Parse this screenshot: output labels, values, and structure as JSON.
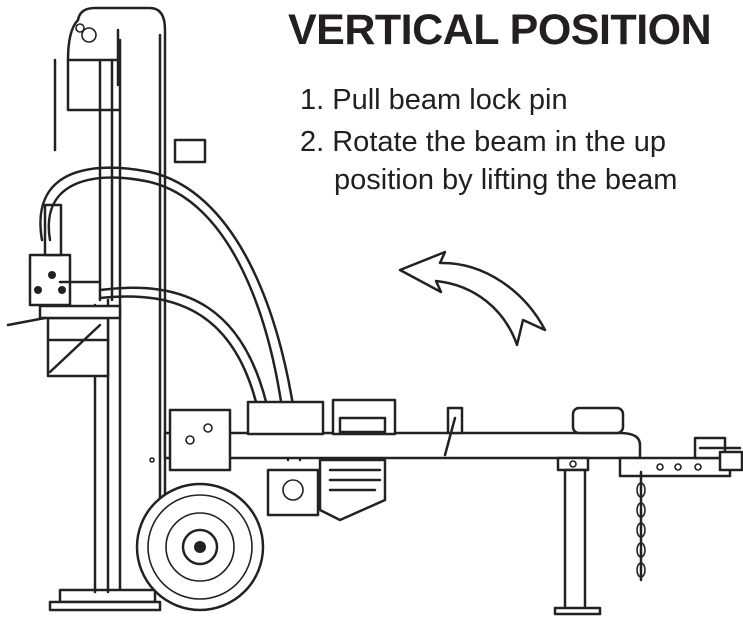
{
  "heading": "VERTICAL POSITION",
  "steps": [
    "1. Pull beam lock pin",
    "2. Rotate the beam in the up",
    "position by lifting the beam"
  ]
}
